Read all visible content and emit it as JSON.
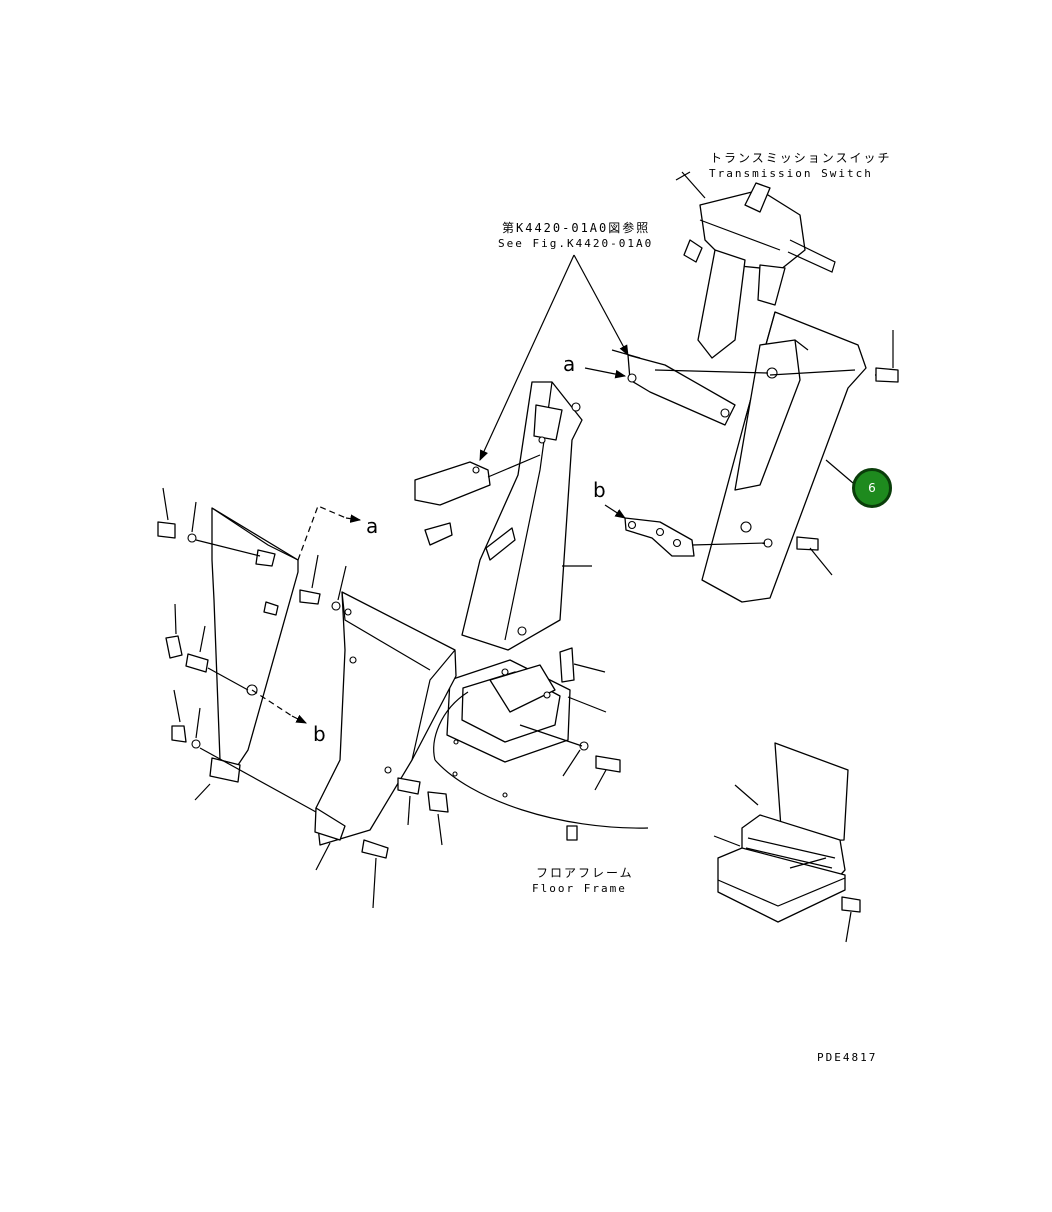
{
  "labels": {
    "transmission_switch_jp": "トランスミッションスイッチ",
    "transmission_switch_en": "Transmission Switch",
    "see_fig_jp": "第K4420-01A0図参照",
    "see_fig_en": "See Fig.K4420-01A0",
    "floor_frame_jp": "フロアフレーム",
    "floor_frame_en": "Floor Frame",
    "drawing_code": "PDE4817"
  },
  "reference_letters": {
    "a_top": "a",
    "b_top": "b",
    "a_left": "a",
    "b_left": "b"
  },
  "callouts": [
    {
      "number": "6",
      "color": "#1e8a1e",
      "border": "#0a3d0a"
    }
  ]
}
